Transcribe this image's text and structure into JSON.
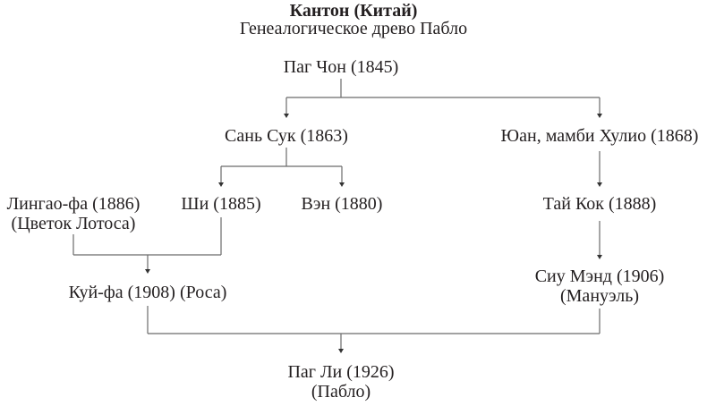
{
  "header": {
    "title": "Кантон (Китай)",
    "subtitle": "Генеалогическое древо Пабло"
  },
  "nodes": {
    "pag_chon": {
      "line1": "Паг Чон (1845)"
    },
    "san_suk": {
      "line1": "Сань Сук (1863)"
    },
    "yuan": {
      "line1": "Юан, мамби Хулио (1868)"
    },
    "lingao": {
      "line1": "Лингао-фа (1886)",
      "line2": "(Цветок Лотоса)"
    },
    "shi": {
      "line1": "Ши (1885)"
    },
    "ven": {
      "line1": "Вэн (1880)"
    },
    "tai_kok": {
      "line1": "Тай Кок (1888)"
    },
    "kui_fa": {
      "line1": "Куй-фа (1908) (Роса)"
    },
    "siu_mend": {
      "line1": "Сиу Мэнд (1906)",
      "line2": "(Мануэль)"
    },
    "pag_li": {
      "line1": "Паг Ли (1926)",
      "line2": "(Пабло)"
    }
  },
  "colors": {
    "text": "#231f20",
    "lines": "#6b6b6b",
    "background": "#ffffff"
  }
}
